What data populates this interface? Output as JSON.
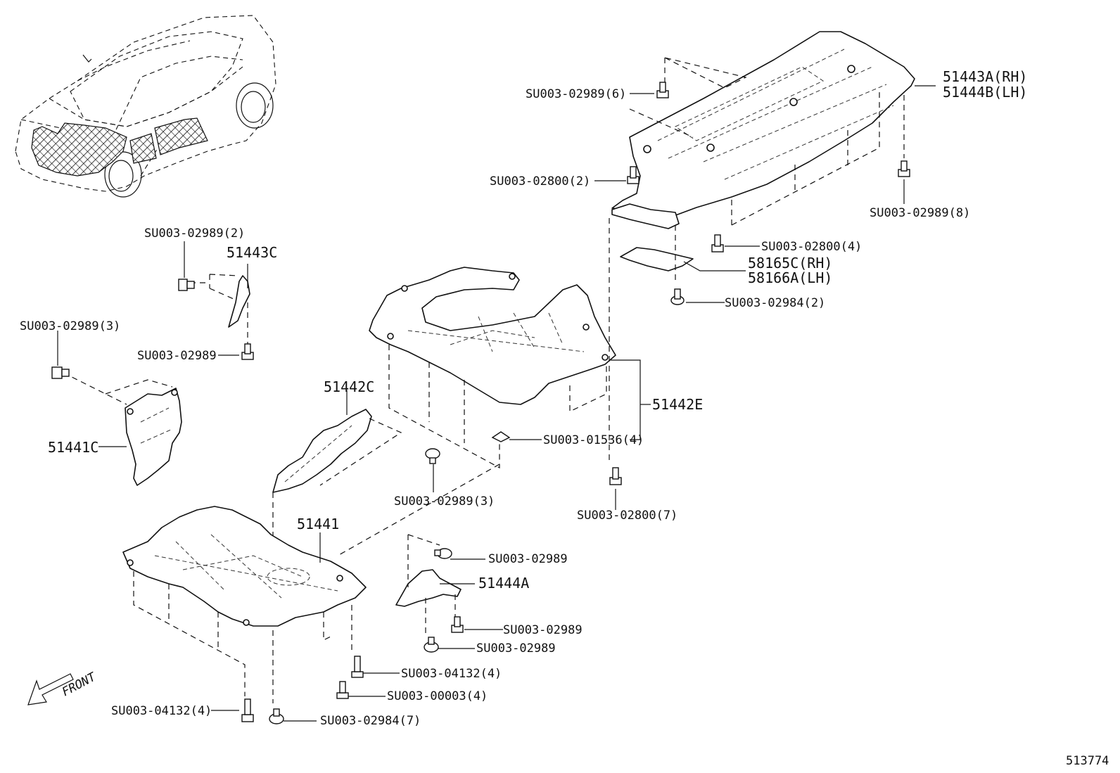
{
  "diagram": {
    "front_label": "FRONT",
    "figure_number": "513774",
    "parts": {
      "p51443A": "51443A(RH)",
      "p51444B": "51444B(LH)",
      "p51443C": "51443C",
      "p58165C": "58165C(RH)",
      "p58166A": "58166A(LH)",
      "p51442E": "51442E",
      "p51442C": "51442C",
      "p51441C": "51441C",
      "p51441": "51441",
      "p51444A": "51444A"
    },
    "fasteners": {
      "f1": "SU003-02989(6)",
      "f2": "SU003-02800(2)",
      "f3": "SU003-02989(8)",
      "f4": "SU003-02800(4)",
      "f5": "SU003-02984(2)",
      "f6": "SU003-02989(2)",
      "f7": "SU003-02989",
      "f8": "SU003-02989(3)",
      "f9": "SU003-01536(4)",
      "f10": "SU003-02989(3)",
      "f11": "SU003-02800(7)",
      "f12": "SU003-02989",
      "f13": "SU003-02989",
      "f14": "SU003-02989",
      "f15": "SU003-04132(4)",
      "f16": "SU003-00003(4)",
      "f17": "SU003-04132(4)",
      "f18": "SU003-02984(7)"
    }
  }
}
